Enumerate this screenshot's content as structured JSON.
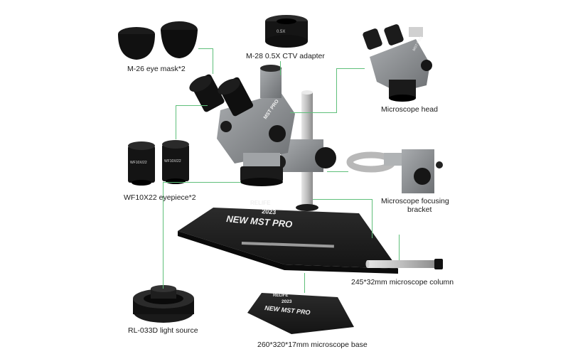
{
  "labels": {
    "eye_mask": "M-26 eye mask*2",
    "ctv_adapter": "M-28 0.5X CTV adapter",
    "microscope_head": "Microscope head",
    "eyepiece": "WF10X22 eyepiece*2",
    "focusing_bracket_line1": "Microscope focusing",
    "focusing_bracket_line2": "bracket",
    "column": "245*32mm microscope column",
    "light_source": "RL-033D light source",
    "base": "260*320*17mm microscope base"
  },
  "printed_marks": {
    "brand": "RELIFE",
    "year": "2023",
    "model": "NEW MST PRO",
    "head_badge": "MST PRO",
    "eyepiece_marking": "WF10X/22",
    "adapter_marking": "0.5X"
  },
  "colors": {
    "leader_line": "#5fbf7a",
    "body_gray": "#8a8d90",
    "dark": "#1c1c1e",
    "black": "#0d0d0d"
  }
}
